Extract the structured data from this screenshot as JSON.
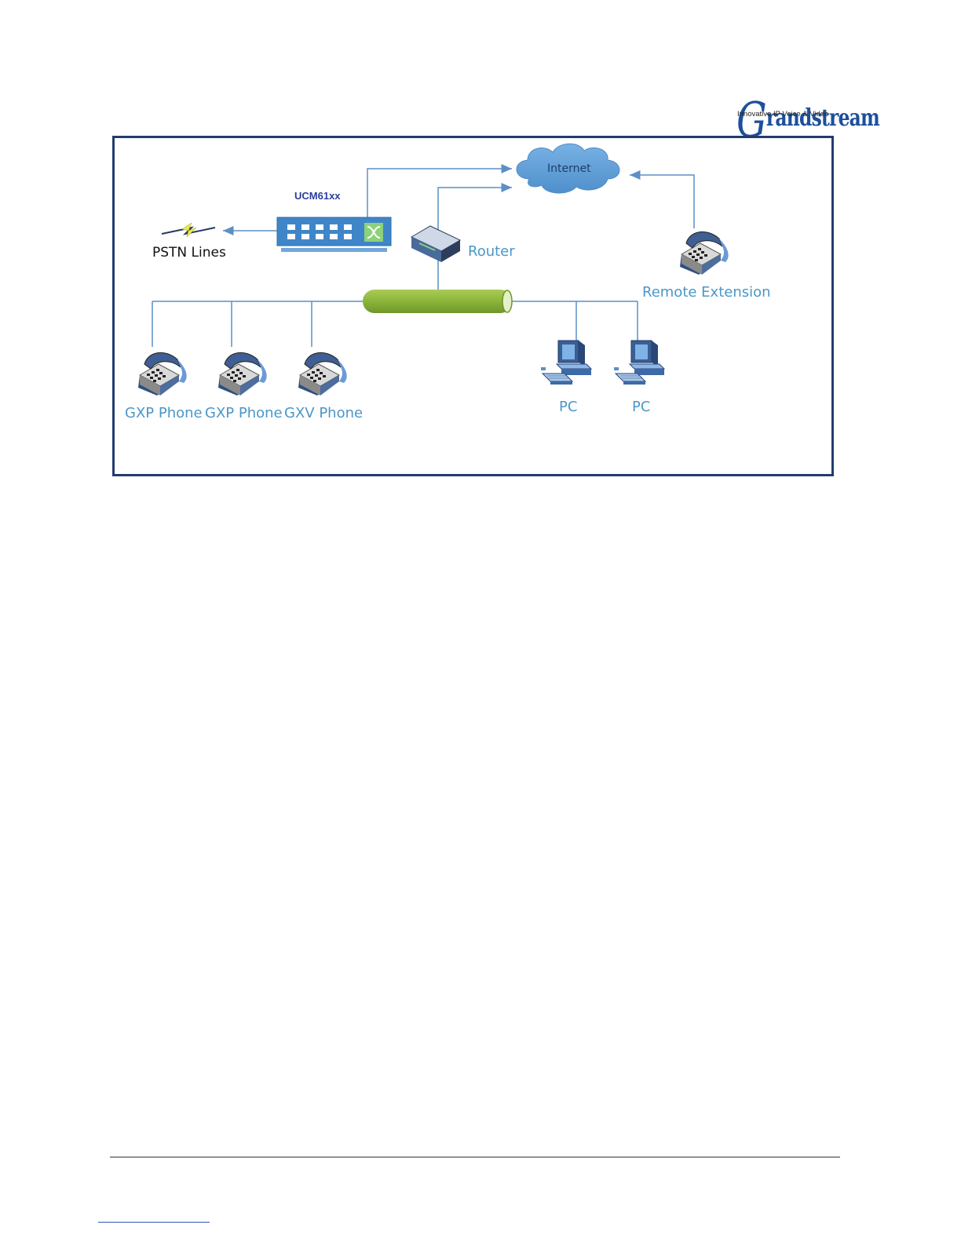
{
  "logo": {
    "brand_initial": "G",
    "brand_rest": "randstream",
    "tagline": "Innovative IP Voice & Video"
  },
  "diagram": {
    "internet": "Internet",
    "device_model": "UCM61xx",
    "router": "Router",
    "pstn": "PSTN Lines",
    "remote_extension": "Remote Extension",
    "phones": [
      "GXP Phone",
      "GXP Phone",
      "GXV Phone"
    ],
    "pcs": [
      "PC",
      "PC"
    ]
  },
  "colors": {
    "line": "#5b8fc6",
    "label_blue": "#4a97c8",
    "switch": "#3f86c8",
    "bus": "#9cc045",
    "cloud": "#5e9fd8",
    "frame": "#223c6e"
  }
}
